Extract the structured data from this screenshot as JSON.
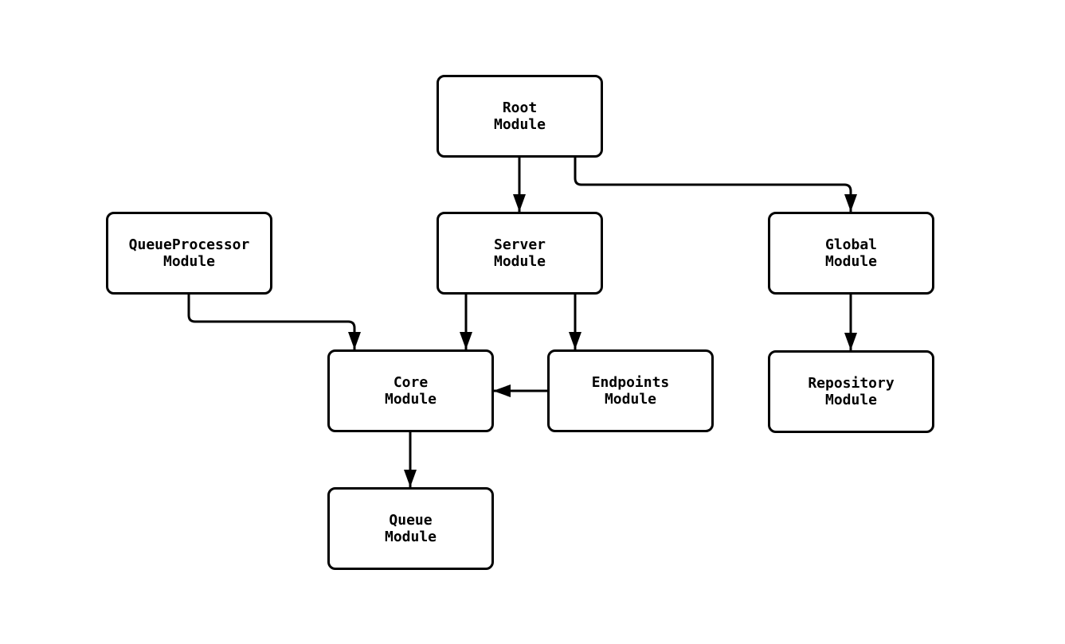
{
  "diagram": {
    "type": "module-dependency-flowchart",
    "background_color": "#ffffff",
    "node_fill": "#ffffff",
    "node_border_color": "#000000",
    "edge_color": "#000000",
    "text_color": "#000000",
    "nodes": [
      {
        "id": "root",
        "label": "Root\nModule"
      },
      {
        "id": "queueprocessor",
        "label": "QueueProcessor\nModule"
      },
      {
        "id": "server",
        "label": "Server\nModule"
      },
      {
        "id": "global",
        "label": "Global\nModule"
      },
      {
        "id": "core",
        "label": "Core\nModule"
      },
      {
        "id": "endpoints",
        "label": "Endpoints\nModule"
      },
      {
        "id": "repository",
        "label": "Repository\nModule"
      },
      {
        "id": "queue",
        "label": "Queue\nModule"
      }
    ],
    "edges": [
      {
        "from": "root",
        "to": "server"
      },
      {
        "from": "root",
        "to": "global"
      },
      {
        "from": "queueprocessor",
        "to": "core"
      },
      {
        "from": "server",
        "to": "core"
      },
      {
        "from": "server",
        "to": "endpoints"
      },
      {
        "from": "endpoints",
        "to": "core"
      },
      {
        "from": "global",
        "to": "repository"
      },
      {
        "from": "core",
        "to": "queue"
      }
    ]
  }
}
